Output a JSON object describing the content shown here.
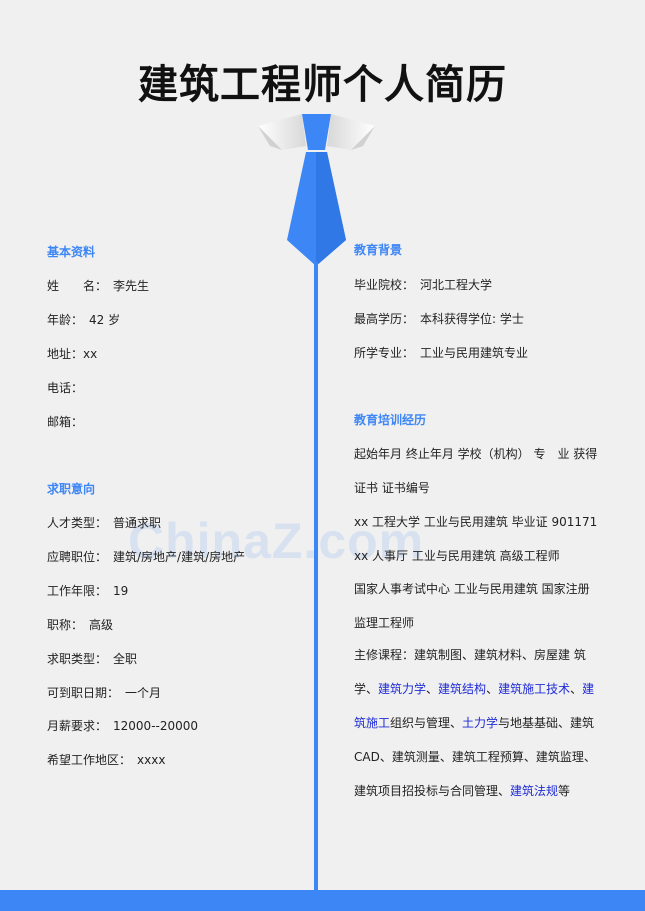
{
  "title": "建筑工程师个人简历",
  "colors": {
    "accent": "#3d86f5",
    "link": "#1f2bd6"
  },
  "basic": {
    "heading": "基本资料",
    "items": [
      {
        "label": "姓　　名：",
        "value": "李先生"
      },
      {
        "label": "年龄：",
        "value": "42 岁"
      },
      {
        "label": "地址：",
        "value": "xx"
      },
      {
        "label": "电话：",
        "value": ""
      },
      {
        "label": "邮箱：",
        "value": ""
      }
    ]
  },
  "job": {
    "heading": "求职意向",
    "items": [
      {
        "label": "人才类型：",
        "value": "普通求职"
      },
      {
        "label": "应聘职位：",
        "value": "建筑/房地产/建筑/房地产"
      },
      {
        "label": "工作年限：",
        "value": "19"
      },
      {
        "label": "职称：",
        "value": "高级"
      },
      {
        "label": "求职类型：",
        "value": "全职"
      },
      {
        "label": "可到职日期：",
        "value": "一个月"
      },
      {
        "label": "月薪要求：",
        "value": "12000--20000"
      },
      {
        "label": "希望工作地区：",
        "value": "xxxx"
      }
    ]
  },
  "education": {
    "heading": "教育背景",
    "items": [
      {
        "label": "毕业院校：",
        "value": "河北工程大学"
      },
      {
        "label": "最高学历：",
        "value": "本科获得学位: 学士"
      },
      {
        "label": "所学专业：",
        "value": "工业与民用建筑专业"
      }
    ]
  },
  "training": {
    "heading": "教育培训经历",
    "lines": [
      "起始年月  终止年月  学校（机构）  专　业  获得",
      "证书  证书编号",
      "xx 工程大学  工业与民用建筑  毕业证  901171",
      "xx 人事厅  工业与民用建筑  高级工程师",
      "国家人事考试中心  工业与民用建筑  国家注册",
      "监理工程师"
    ],
    "courses": {
      "p1": "主修课程：建筑制图、建筑材料、房屋建  筑学、",
      "h1": "建筑力学",
      "s1": "、",
      "h2": "建筑结构",
      "s2": "、",
      "h3": "建筑施工技术",
      "s3": "、",
      "h4": "建筑施工",
      "p2": "组织与管理、",
      "h5": "土力学",
      "p3": "与地基基础、建筑 CAD、建筑测量、建筑工程预算、建筑监理、建筑项目招投标与合同管理、",
      "h6": "建筑法规",
      "p4": "等"
    }
  },
  "watermark": "ChinaZ.com"
}
